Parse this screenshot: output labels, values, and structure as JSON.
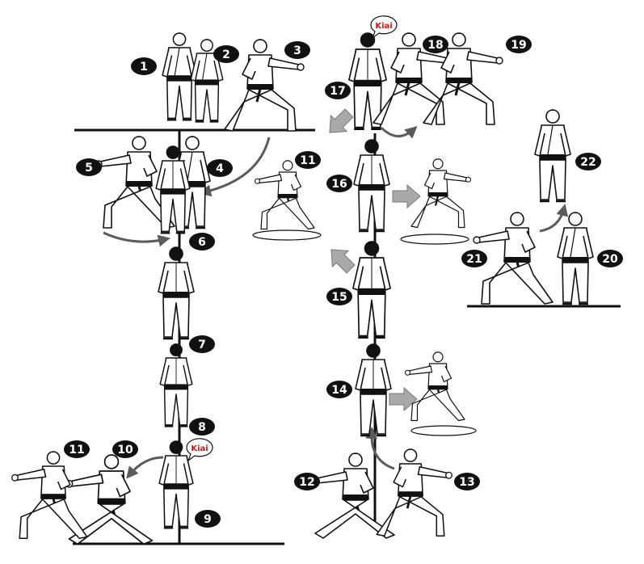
{
  "kiai_label": "Kiai",
  "step_labels": [
    "1",
    "2",
    "3",
    "4",
    "5",
    "6",
    "7",
    "8",
    "9",
    "10",
    "11",
    "11",
    "12",
    "13",
    "14",
    "15",
    "16",
    "17",
    "18",
    "19",
    "20",
    "21",
    "22"
  ],
  "colors": {
    "line": "#111111",
    "figure_fill": "#ffffff",
    "belt": "#111111",
    "badge": "#111111",
    "badge_text": "#ffffff",
    "kiai_text": "#d21414",
    "arrow_curve": "#5b5b5b",
    "arrow_block": "#a9a9a9"
  }
}
